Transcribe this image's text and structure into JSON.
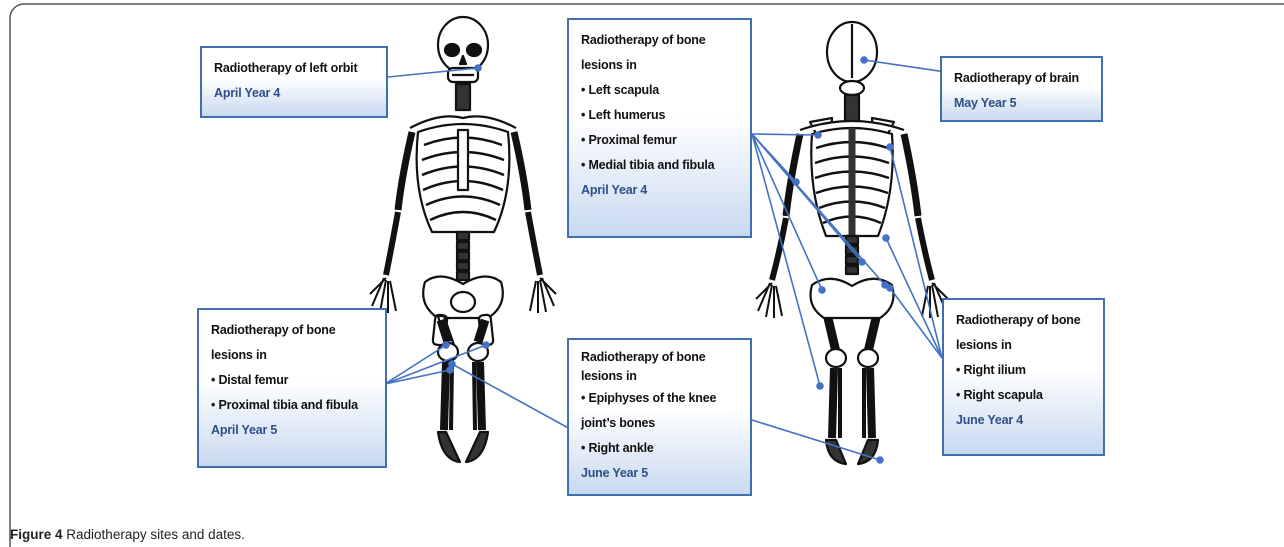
{
  "caption": {
    "label": "Figure 4",
    "text": "Radiotherapy sites and dates."
  },
  "boxes": {
    "left_orbit": {
      "lines": [
        "Radiotherapy of left orbit"
      ],
      "items": [],
      "date": "April Year 4"
    },
    "bone_lesions_april4": {
      "lines": [
        "Radiotherapy of bone",
        "lesions in"
      ],
      "items": [
        "• Left scapula",
        "• Left humerus",
        "• Proximal femur",
        "• Medial tibia and fibula"
      ],
      "date": "April Year 4"
    },
    "brain": {
      "lines": [
        "Radiotherapy of brain"
      ],
      "items": [],
      "date": "May Year 5"
    },
    "bone_lesions_april5": {
      "lines": [
        "Radiotherapy of bone",
        "lesions in"
      ],
      "items": [
        "• Distal femur",
        "• Proximal tibia and fibula"
      ],
      "date": "April  Year 5"
    },
    "knee_june5": {
      "lines": [
        "Radiotherapy of bone",
        "lesions in"
      ],
      "items": [
        "• Epiphyses of the knee",
        "joint’s bones",
        "• Right ankle"
      ],
      "date": "June Year 5"
    },
    "ilium_june4": {
      "lines": [
        "Radiotherapy of bone",
        "lesions in"
      ],
      "items": [
        "• Right ilium",
        "• Right scapula"
      ],
      "date": "June Year 4"
    }
  },
  "colors": {
    "connector": "#4472c4",
    "box_border": "#3f6fae",
    "date_text": "#2e4f86",
    "frame": "#555555"
  }
}
